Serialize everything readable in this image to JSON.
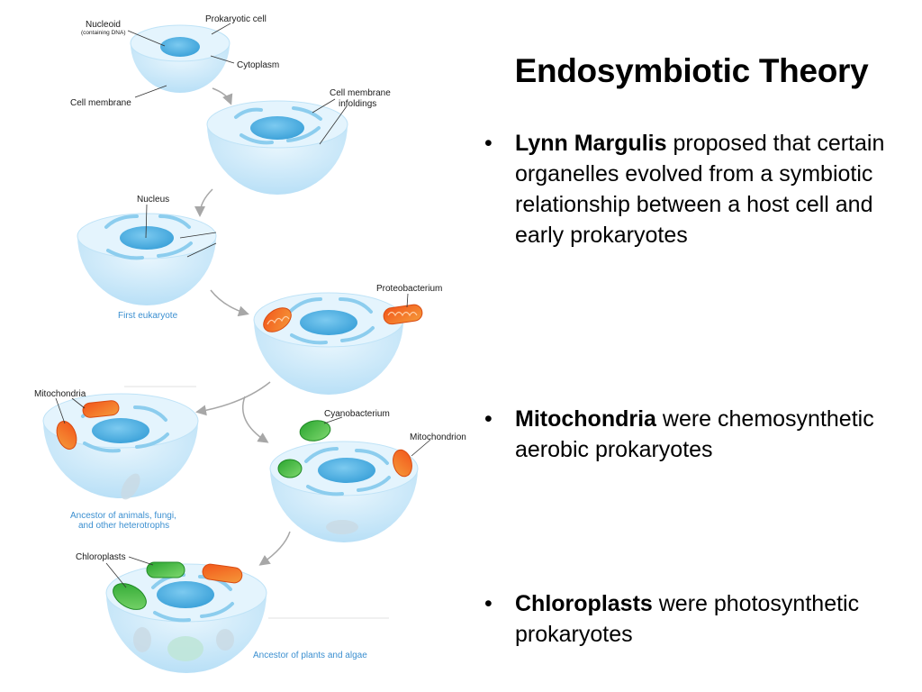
{
  "slide": {
    "title": "Endosymbiotic Theory",
    "bullets": [
      {
        "term": "Lynn Margulis",
        "text": " proposed that certain organelles evolved from a symbiotic relationship between a host cell and early prokaryotes"
      },
      {
        "term": "Mitochondria",
        "text": " were chemosynthetic aerobic prokaryotes"
      },
      {
        "term": "Chloroplasts",
        "text": " were photosynthetic prokaryotes"
      }
    ],
    "bullet_char": "•"
  },
  "diagram": {
    "labels": {
      "nucleoid": "Nucleoid",
      "nucleoid_sub": "(containing DNA)",
      "prokaryotic_cell": "Prokaryotic cell",
      "cytoplasm": "Cytoplasm",
      "cell_membrane": "Cell membrane",
      "membrane_infoldings_1": "Cell membrane",
      "membrane_infoldings_2": "infoldings",
      "nucleus": "Nucleus",
      "first_eukaryote": "First eukaryote",
      "proteobacterium": "Proteobacterium",
      "mitochondria": "Mitochondria",
      "cyanobacterium": "Cyanobacterium",
      "mitochondrion": "Mitochondrion",
      "heterotroph_1": "Ancestor of animals, fungi,",
      "heterotroph_2": "and other heterotrophs",
      "chloroplasts": "Chloroplasts",
      "plants_algae": "Ancestor of plants and algae"
    },
    "colors": {
      "cell_fill": "#c6e8fa",
      "cell_top": "#e4f4fd",
      "nucleus": "#5ab6e6",
      "mito": "#f0611f",
      "chloro": "#35b83c",
      "arrow": "#a7a7a7",
      "caption_blue": "#3b8fd0"
    }
  }
}
